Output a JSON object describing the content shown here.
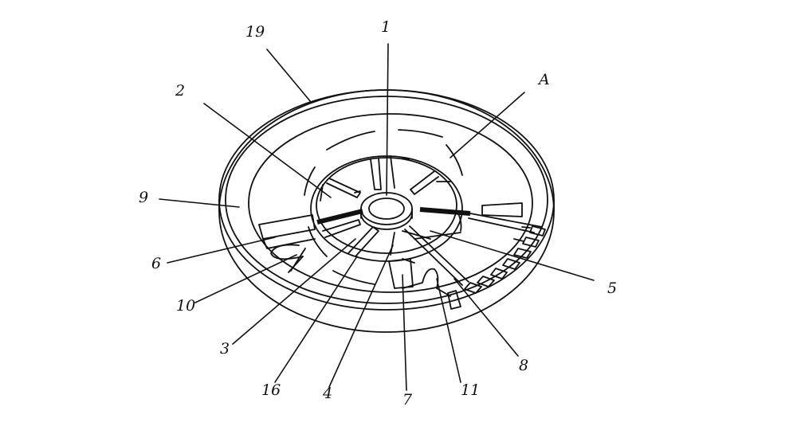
{
  "labels": {
    "l1": "1",
    "l2": "2",
    "l3": "3",
    "l4": "4",
    "l5": "5",
    "l6": "6",
    "l7": "7",
    "l8": "8",
    "l9": "9",
    "l10": "10",
    "l11": "11",
    "l16": "16",
    "l19": "19",
    "lA": "A"
  },
  "colors": {
    "stroke": "#111111",
    "background": "#ffffff"
  }
}
